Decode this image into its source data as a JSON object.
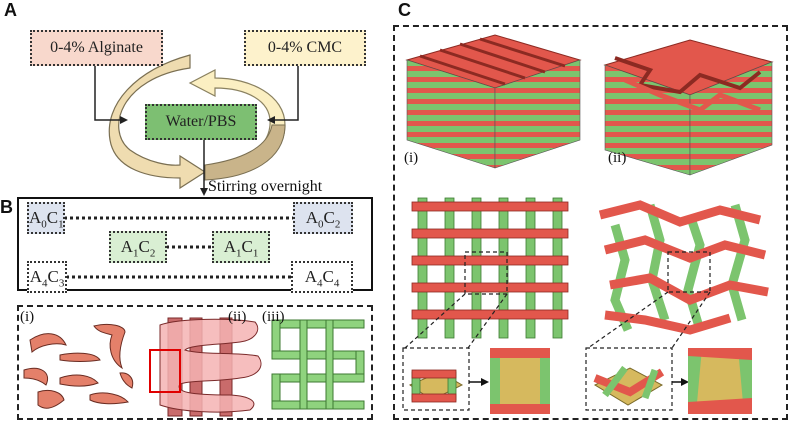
{
  "panels": {
    "a": "A",
    "b": "B",
    "c": "C"
  },
  "panel_a": {
    "alginate": "0-4% Alginate",
    "cmc": "0-4% CMC",
    "solvent": "Water/PBS",
    "process": "Stirring overnight"
  },
  "panel_b": {
    "samples": [
      {
        "a": "0",
        "c": "1"
      },
      {
        "a": "0",
        "c": "2"
      },
      {
        "a": "1",
        "c": "2"
      },
      {
        "a": "1",
        "c": "1"
      },
      {
        "a": "4",
        "c": "3"
      },
      {
        "a": "4",
        "c": "4"
      }
    ],
    "letter_a": "A",
    "letter_c": "C",
    "sub_labels": [
      "(i)",
      "(ii)",
      "(iii)"
    ]
  },
  "panel_c": {
    "sub_labels": [
      "(i)",
      "(ii)"
    ]
  },
  "colors": {
    "alginate_box": "#f8d8cc",
    "cmc_box": "#fdf2cc",
    "solvent_box": "#7dbf72",
    "a0_box": "#dde3ef",
    "a1_box": "#d9efd3",
    "red_strand": "#e2574c",
    "green_strand": "#7cc46e",
    "scaffold_fill": "#d6b95e"
  }
}
